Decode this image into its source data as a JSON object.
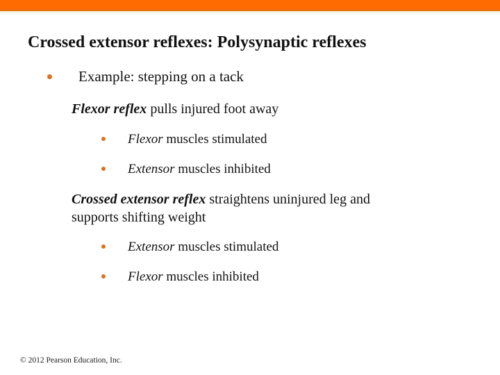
{
  "colors": {
    "accent_bar": "#FE6B00",
    "accent_bar_edge": "#DC720D",
    "bullet": "#DD6F1E",
    "text": "#111111"
  },
  "title": {
    "emphasis": "Crossed extensor reflexes:",
    "rest": " Polysynaptic reflexes"
  },
  "content": {
    "bullet_example": {
      "text": "Example: stepping on a tack"
    },
    "para_flexor": {
      "emphasis": "Flexor reflex",
      "rest": " pulls injured foot away"
    },
    "sub_flexor_stimulated": {
      "emphasis": "Flexor",
      "rest": " muscles stimulated"
    },
    "sub_extensor_inhibited": {
      "emphasis": "Extensor",
      "rest": " muscles inhibited"
    },
    "para_crossed": {
      "emphasis": "Crossed extensor reflex",
      "rest": " straightens uninjured leg and supports shifting weight"
    },
    "sub_extensor_stimulated": {
      "emphasis": "Extensor",
      "rest": " muscles stimulated"
    },
    "sub_flexor_inhibited": {
      "emphasis": "Flexor",
      "rest": " muscles inhibited"
    }
  },
  "footer": {
    "copyright": "© 2012 Pearson Education, Inc."
  }
}
